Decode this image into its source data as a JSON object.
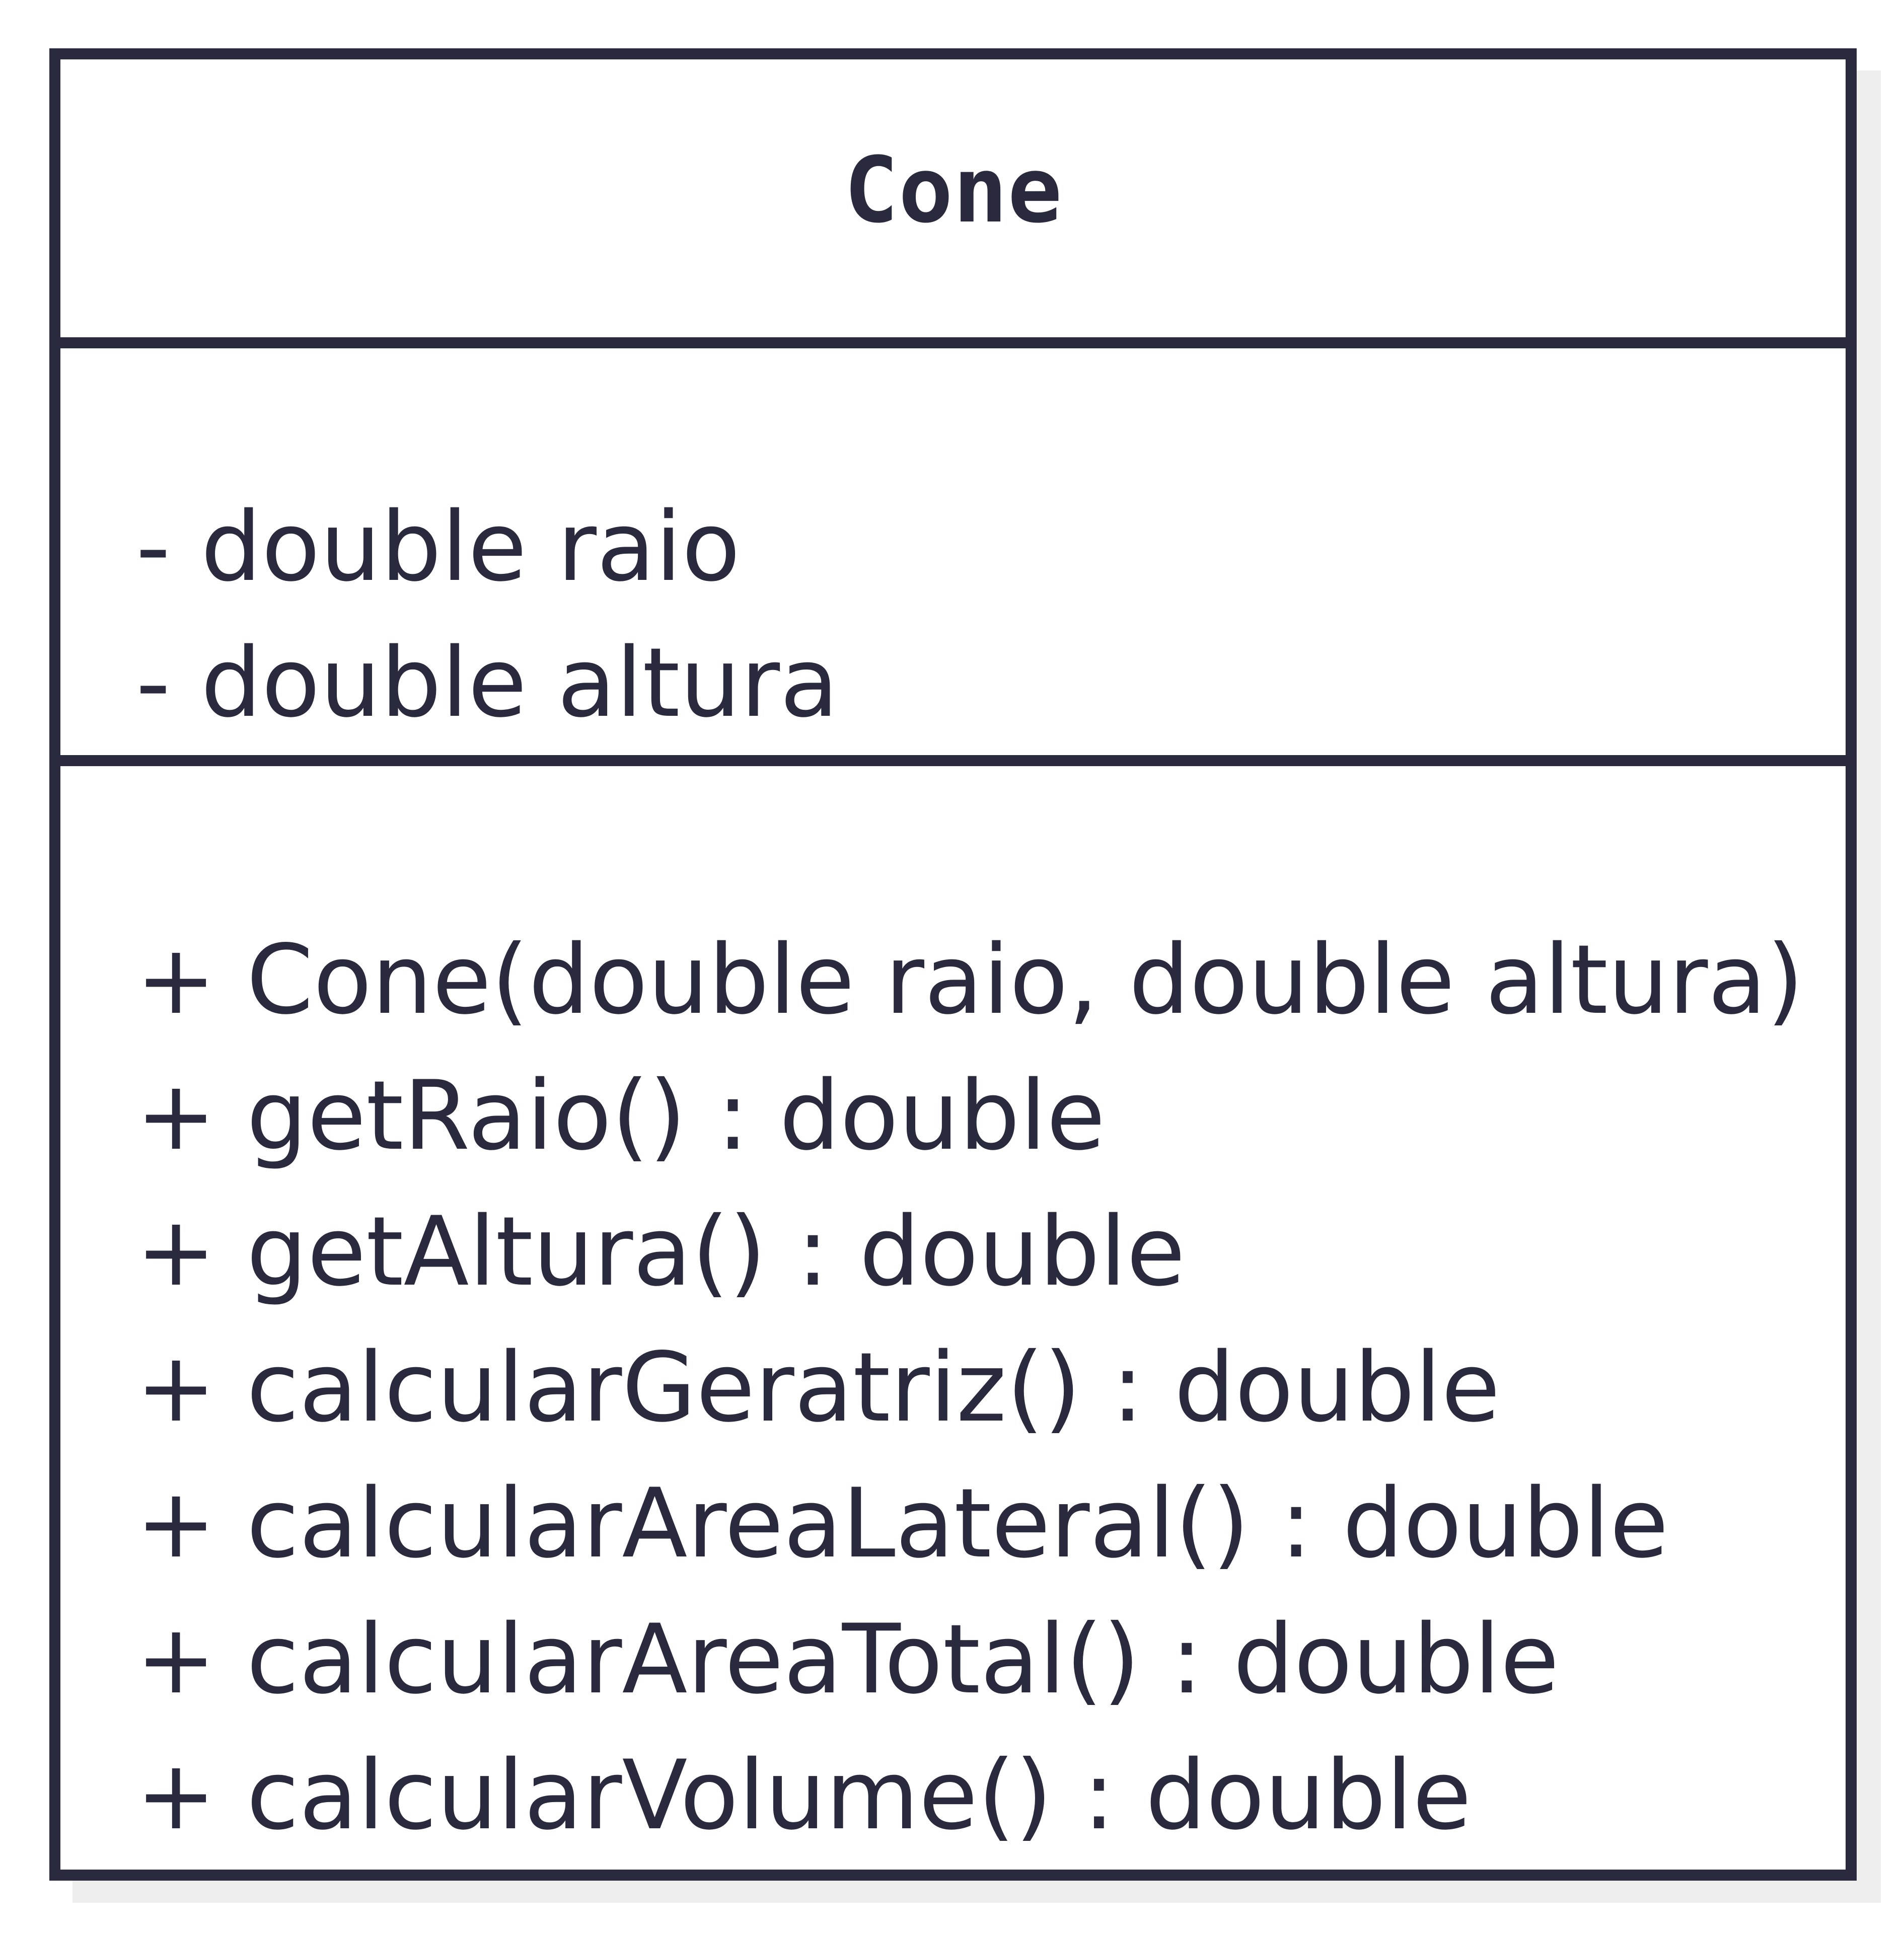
{
  "class_name": "Cone",
  "attributes": [
    "- double raio",
    "- double altura"
  ],
  "operations": [
    "+ Cone(double raio, double altura)",
    "+ getRaio() : double",
    "+ getAltura() : double",
    "+ calcularGeratriz() : double",
    "+ calcularAreaLateral() : double",
    "+ calcularAreaTotal() : double",
    "+ calcularVolume() : double"
  ],
  "colors": {
    "stroke": "#2a2a3e",
    "text": "#2a2a3e",
    "background": "#ffffff",
    "shadow": "#eeeeee"
  }
}
